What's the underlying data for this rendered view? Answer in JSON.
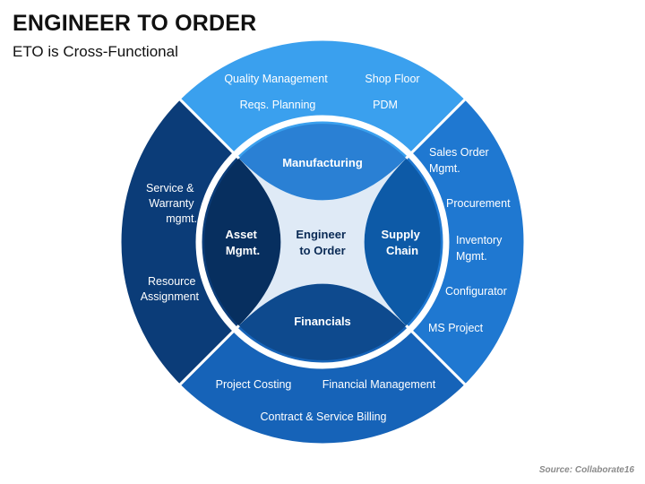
{
  "header": {
    "title": "ENGINEER TO ORDER",
    "subtitle": "ETO is Cross-Functional"
  },
  "source": "Source: Collaborate16",
  "colors": {
    "top_segment": "#3aa0ee",
    "right_segment": "#1f78d1",
    "bottom_segment": "#1663b8",
    "left_segment": "#0b3c78",
    "ring_outline": "#ffffff",
    "inner_top": "#2a80d4",
    "inner_right": "#0d5aa7",
    "inner_bottom": "#0e4a8e",
    "inner_left": "#072f5f",
    "core": "#dfeaf6",
    "core_text": "#0a2a55"
  },
  "diagram": {
    "center": {
      "line1": "Engineer",
      "line2": "to Order"
    },
    "inner": {
      "top": "Manufacturing",
      "right": {
        "line1": "Supply",
        "line2": "Chain"
      },
      "bottom": "Financials",
      "left": {
        "line1": "Asset",
        "line2": "Mgmt."
      }
    },
    "outer": {
      "top": [
        "Quality Management",
        "Shop Floor",
        "Reqs. Planning",
        "PDM"
      ],
      "right": [
        {
          "line1": "Sales Order",
          "line2": "Mgmt."
        },
        {
          "line1": "Procurement"
        },
        {
          "line1": "Inventory",
          "line2": "Mgmt."
        },
        {
          "line1": "Configurator"
        },
        {
          "line1": "MS Project"
        }
      ],
      "bottom": [
        "Project Costing",
        "Financial Management",
        "Contract & Service Billing"
      ],
      "left": [
        {
          "line1": "Service &",
          "line2": "Warranty",
          "line3": "mgmt."
        },
        {
          "line1": "Resource",
          "line2": "Assignment"
        }
      ]
    }
  }
}
